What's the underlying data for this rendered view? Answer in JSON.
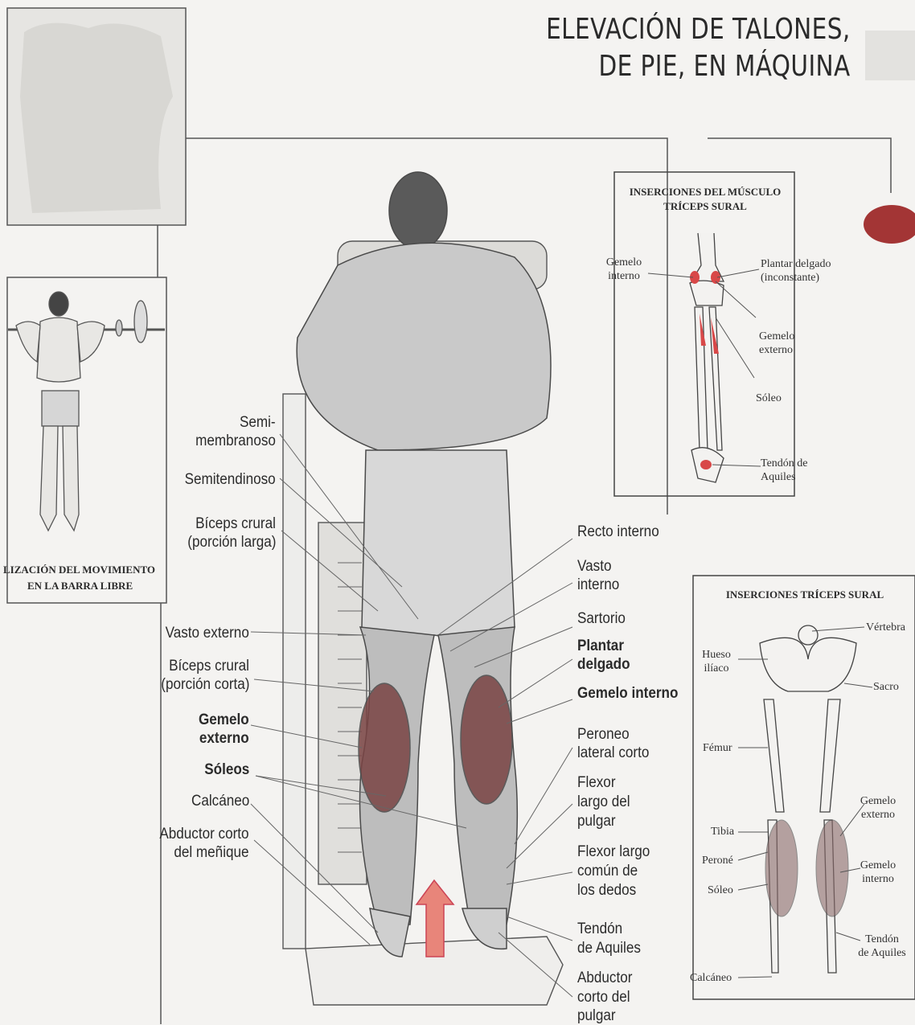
{
  "title": {
    "line1": "ELEVACIÓN DE TALONES,",
    "line2": "DE PIE, EN MÁQUINA"
  },
  "variation_caption": {
    "line1": "LIZACIÓN DEL MOVIMIENTO",
    "line2": "EN LA BARRA LIBRE"
  },
  "main_labels_left": {
    "semimembranoso_1": "Semi-",
    "semimembranoso_2": "membranoso",
    "semitendinoso": "Semitendinoso",
    "biceps_largo_1": "Bíceps crural",
    "biceps_largo_2": "(porción larga)",
    "vasto_externo": "Vasto externo",
    "biceps_corto_1": "Bíceps crural",
    "biceps_corto_2": "(porción corta)",
    "gemelo_externo_1": "Gemelo",
    "gemelo_externo_2": "externo",
    "soleos": "Sóleos",
    "calcaneo": "Calcáneo",
    "abductor_menique_1": "Abductor corto",
    "abductor_menique_2": "del meñique"
  },
  "main_labels_right": {
    "recto_interno": "Recto interno",
    "vasto_interno_1": "Vasto",
    "vasto_interno_2": "interno",
    "sartorio": "Sartorio",
    "plantar_1": "Plantar",
    "plantar_2": "delgado",
    "gemelo_interno": "Gemelo interno",
    "peroneo_1": "Peroneo",
    "peroneo_2": "lateral corto",
    "flexor_pulgar_1": "Flexor",
    "flexor_pulgar_2": "largo del",
    "flexor_pulgar_3": "pulgar",
    "flexor_dedos_1": "Flexor largo",
    "flexor_dedos_2": "común de",
    "flexor_dedos_3": "los dedos",
    "tendon_1": "Tendón",
    "tendon_2": "de Aquiles",
    "abductor_pulgar_1": "Abductor",
    "abductor_pulgar_2": "corto del",
    "abductor_pulgar_3": "pulgar"
  },
  "inset_top": {
    "title_1": "INSERCIONES DEL MÚSCULO",
    "title_2": "TRÍCEPS SURAL",
    "gemelo_interno_1": "Gemelo",
    "gemelo_interno_2": "interno",
    "plantar_1": "Plantar delgado",
    "plantar_2": "(inconstante)",
    "gemelo_externo_1": "Gemelo",
    "gemelo_externo_2": "externo",
    "soleo": "Sóleo",
    "tendon_1": "Tendón de",
    "tendon_2": "Aquiles"
  },
  "inset_bottom": {
    "title": "INSERCIONES TRÍCEPS SURAL",
    "vertebra": "Vértebra",
    "hueso_1": "Hueso",
    "hueso_2": "ilíaco",
    "sacro": "Sacro",
    "femur": "Fémur",
    "gemelo_externo_1": "Gemelo",
    "gemelo_externo_2": "externo",
    "tibia": "Tibia",
    "perone": "Peroné",
    "gemelo_interno_1": "Gemelo",
    "gemelo_interno_2": "interno",
    "soleo": "Sóleo",
    "tendon_1": "Tendón",
    "tendon_2": "de Aquiles",
    "calcaneo": "Calcáneo"
  },
  "colors": {
    "muscle_red": "#b03a3a",
    "muscle_dark": "#6b3a3a",
    "badge": "#a33535",
    "skin_grey": "#c9c9c9"
  }
}
